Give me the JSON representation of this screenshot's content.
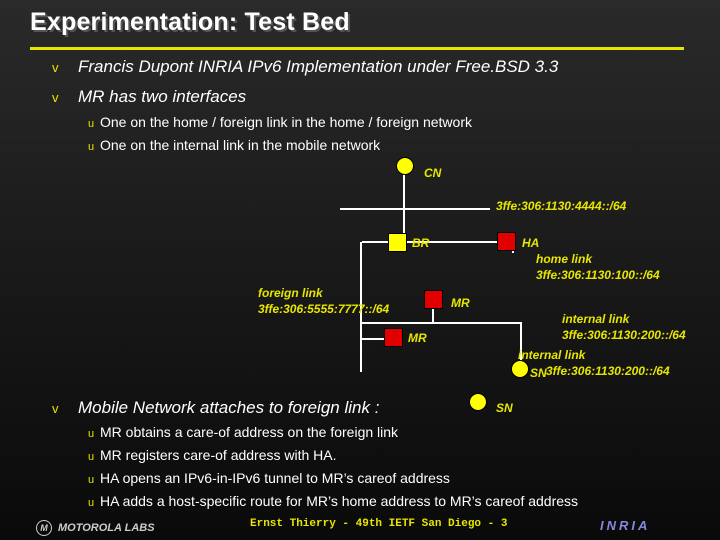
{
  "title": "Experimentation: Test Bed",
  "bullets_top": [
    {
      "marker": "v",
      "text": "Francis Dupont INRIA IPv6 Implementation under Free.BSD 3.3"
    },
    {
      "marker": "v",
      "text": "MR has two interfaces"
    }
  ],
  "sub_top": [
    {
      "marker": "u",
      "text": "One on the home / foreign link in the home / foreign network"
    },
    {
      "marker": "u",
      "text": "One on the internal link in the mobile network"
    }
  ],
  "diagram": {
    "cn": "CN",
    "cn_prefix": "3ffe:306:1130:4444::/64",
    "br": "BR",
    "ha": "HA",
    "home_link": "home link",
    "home_prefix": "3ffe:306:1130:100::/64",
    "foreign_link": "foreign link",
    "foreign_prefix": "3ffe:306:5555:7777::/64",
    "mr_top": "MR",
    "mr_bottom": "MR",
    "internal_link_top": "internal link",
    "internal_prefix_top": "3ffe:306:1130:200::/64",
    "internal_link_bottom": "internal link",
    "internal_prefix_bottom": "3ffe:306:1130:200::/64",
    "sn_overlap": "SN",
    "sn": "SN"
  },
  "bullet_bottom": {
    "marker": "v",
    "text": "Mobile Network attaches to foreign link :"
  },
  "sub_bottom": [
    {
      "marker": "u",
      "text": "MR obtains a care-of address on the foreign link"
    },
    {
      "marker": "u",
      "text": "MR registers care-of address with HA."
    },
    {
      "marker": "u",
      "text": "HA opens an IPv6-in-IPv6 tunnel to MR’s careof address"
    },
    {
      "marker": "u",
      "text": "HA adds a host-specific route for MR’s home address to MR’s careof address"
    }
  ],
  "footer": "Ernst Thierry - 49th IETF San Diego - 3",
  "motorola": "MOTOROLA LABS",
  "motorola_mark": "M",
  "inria": "INRIA",
  "colors": {
    "accent": "#e6e600",
    "node_yellow": "#ffff00",
    "node_red": "#e00000"
  }
}
